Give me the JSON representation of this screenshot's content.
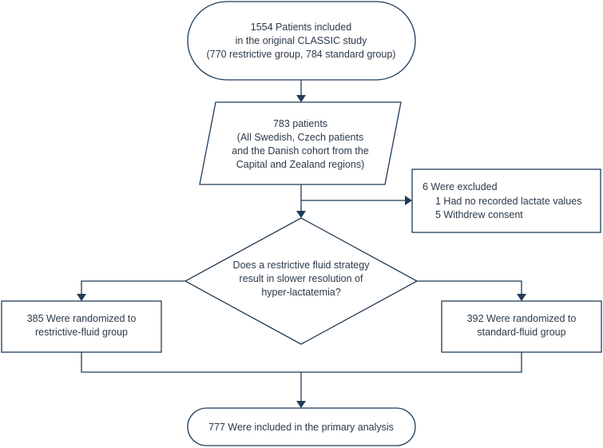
{
  "nodes": {
    "start": {
      "lines": [
        "1554 Patients included",
        "in the original CLASSIC study",
        "(770 restrictive group, 784 standard group)"
      ]
    },
    "subset": {
      "lines": [
        "783 patients",
        "(All Swedish, Czech patients",
        "and the Danish cohort from the",
        "Capital and Zealand regions)"
      ]
    },
    "excluded": {
      "title": "6 Were excluded",
      "items": [
        "1 Had no recorded lactate values",
        "5 Withdrew consent"
      ]
    },
    "question": {
      "lines": [
        "Does a restrictive fluid strategy",
        "result in slower resolution of",
        "hyper-lactatemia?"
      ]
    },
    "restrictive": {
      "lines": [
        "385 Were randomized to",
        "restrictive-fluid group"
      ]
    },
    "standard": {
      "lines": [
        "392 Were randomized to",
        "standard-fluid group"
      ]
    },
    "end": {
      "lines": [
        "777 Were included in the primary analysis"
      ]
    }
  },
  "colors": {
    "stroke": "#1f3b57",
    "text": "#2b3a4a",
    "fill": "#ffffff"
  }
}
